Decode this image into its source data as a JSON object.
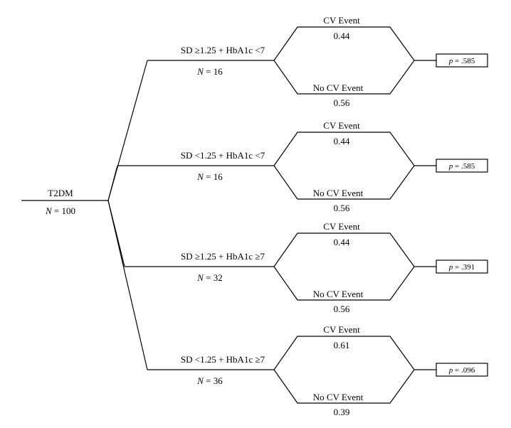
{
  "root": {
    "label": "T2DM",
    "n_label": "N",
    "n_value": "= 100"
  },
  "branches": [
    {
      "group": "SD ≥1.25 + HbA1c <7",
      "n_label": "N",
      "n_value": "= 16",
      "event_label": "CV Event",
      "event_value": "0.44",
      "no_event_label": "No CV Event",
      "no_event_value": "0.56",
      "p_label": "p",
      "p_value": "= .585"
    },
    {
      "group": "SD <1.25 + HbA1c <7",
      "n_label": "N",
      "n_value": "= 16",
      "event_label": "CV Event",
      "event_value": "0.44",
      "no_event_label": "No CV Event",
      "no_event_value": "0.56",
      "p_label": "p",
      "p_value": "= .585"
    },
    {
      "group": "SD ≥1.25 + HbA1c ≥7",
      "n_label": "N",
      "n_value": "= 32",
      "event_label": "CV Event",
      "event_value": "0.44",
      "no_event_label": "No CV Event",
      "no_event_value": "0.56",
      "p_label": "p",
      "p_value": "= .391"
    },
    {
      "group": "SD <1.25 + HbA1c ≥7",
      "n_label": "N",
      "n_value": "= 36",
      "event_label": "CV Event",
      "event_value": "0.61",
      "no_event_label": "No CV Event",
      "no_event_value": "0.39",
      "p_label": "p",
      "p_value": "= .096"
    }
  ]
}
